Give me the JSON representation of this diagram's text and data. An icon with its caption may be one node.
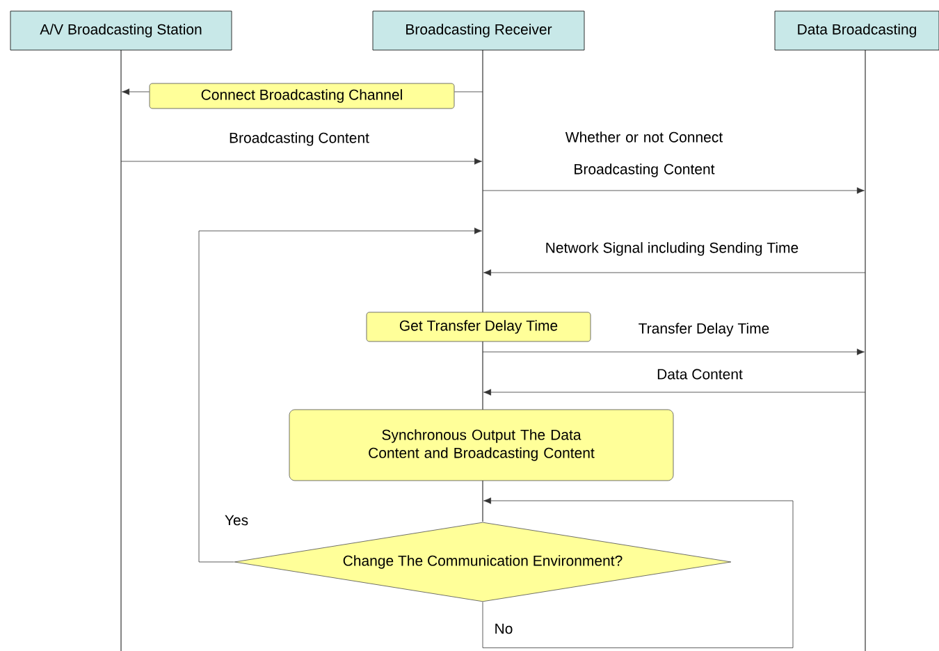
{
  "diagram": {
    "nodes": [
      {
        "text": [
          "A/V Broadcasting Station"
        ]
      },
      {
        "text": [
          "Broadcasting Receiver"
        ]
      },
      {
        "text": [
          "Data Broadcasting"
        ]
      },
      {
        "text": [
          "Connect Broadcasting Channel"
        ]
      },
      {
        "text": [
          "Get Transfer Delay Time"
        ]
      },
      {
        "text": [
          "Synchronous Output The Data Content and Broadcasting Content"
        ]
      },
      {
        "text": [
          "Change The Communication Environment?"
        ]
      },
      {
        "text": [],
        "shape": "line"
      },
      {
        "text": [],
        "shape": "line"
      },
      {
        "text": [],
        "shape": "line"
      }
    ],
    "edges": [
      {
        "from": 8,
        "to": 3,
        "arrow": "none"
      },
      {
        "from": 3,
        "to": 7,
        "arrow": "to"
      },
      {
        "from": 7,
        "to": 8,
        "arrow": "to",
        "label": "Broadcasting Content"
      },
      {
        "from": 8,
        "to": 9,
        "arrow": "to",
        "label": "Whether or not Connect Broadcasting Content"
      },
      {
        "from": 9,
        "to": 8,
        "arrow": "to",
        "label": "Network Signal including Sending Time"
      },
      {
        "from": 8,
        "to": 9,
        "arrow": "to",
        "label": "Transfer Delay Time"
      },
      {
        "from": 9,
        "to": 8,
        "arrow": "to",
        "label": "Data Content"
      },
      {
        "from": 6,
        "to": 8,
        "arrow": "to",
        "label": "Yes"
      },
      {
        "from": 6,
        "to": 8,
        "arrow": "to",
        "label": "No"
      }
    ]
  }
}
